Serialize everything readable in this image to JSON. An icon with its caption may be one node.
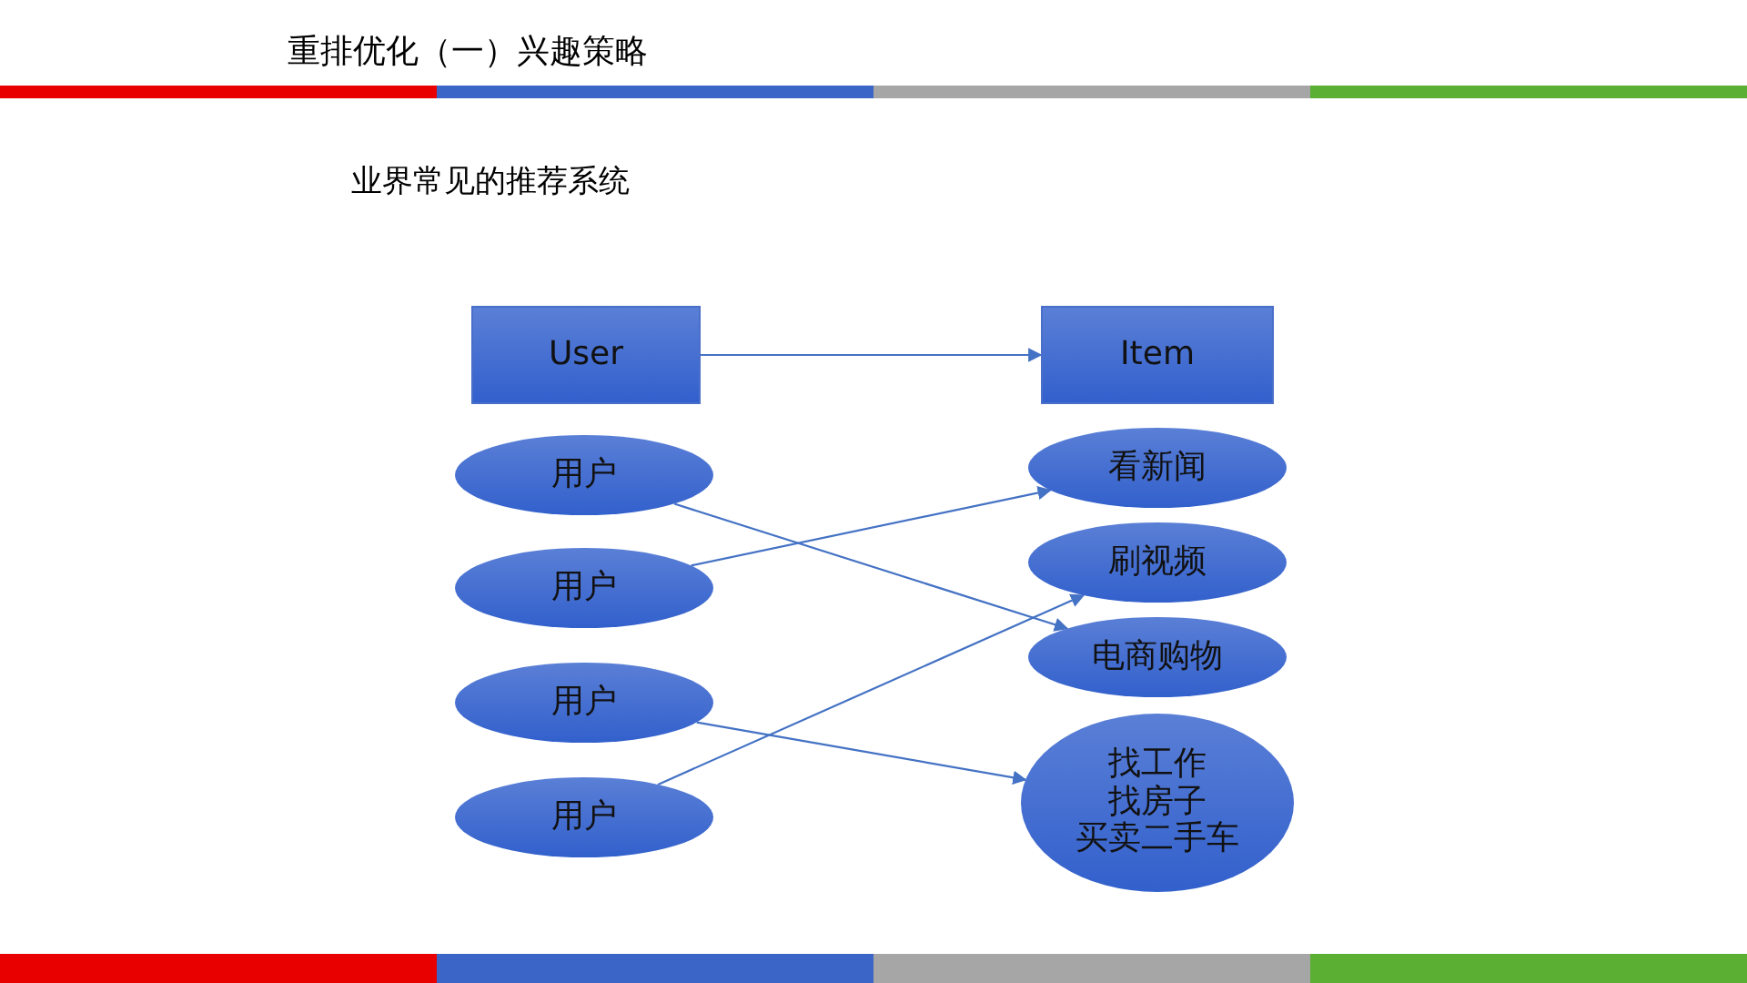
{
  "diagram": {
    "title": "重排优化（一）兴趣策略",
    "nodes": [
      {
        "text": [
          "User"
        ]
      },
      {
        "text": [
          "Item"
        ]
      },
      {
        "text": [
          "用户"
        ]
      },
      {
        "text": [
          "用户"
        ]
      },
      {
        "text": [
          "用户"
        ]
      },
      {
        "text": [
          "用户"
        ]
      },
      {
        "text": [
          "看新闻"
        ]
      },
      {
        "text": [
          "刷视频"
        ]
      },
      {
        "text": [
          "电商购物"
        ]
      },
      {
        "text": [
          "找工作",
          "找房子",
          "买卖二手车"
        ]
      }
    ],
    "edges": [
      {
        "from": 0,
        "to": 1,
        "arrow": "to"
      },
      {
        "from": 2,
        "to": 8,
        "arrow": "to"
      },
      {
        "from": 3,
        "to": 6,
        "arrow": "to"
      },
      {
        "from": 4,
        "to": 9,
        "arrow": "to"
      },
      {
        "from": 5,
        "to": 7,
        "arrow": "to"
      }
    ],
    "labels": [
      "业界常见的推荐系统"
    ]
  }
}
